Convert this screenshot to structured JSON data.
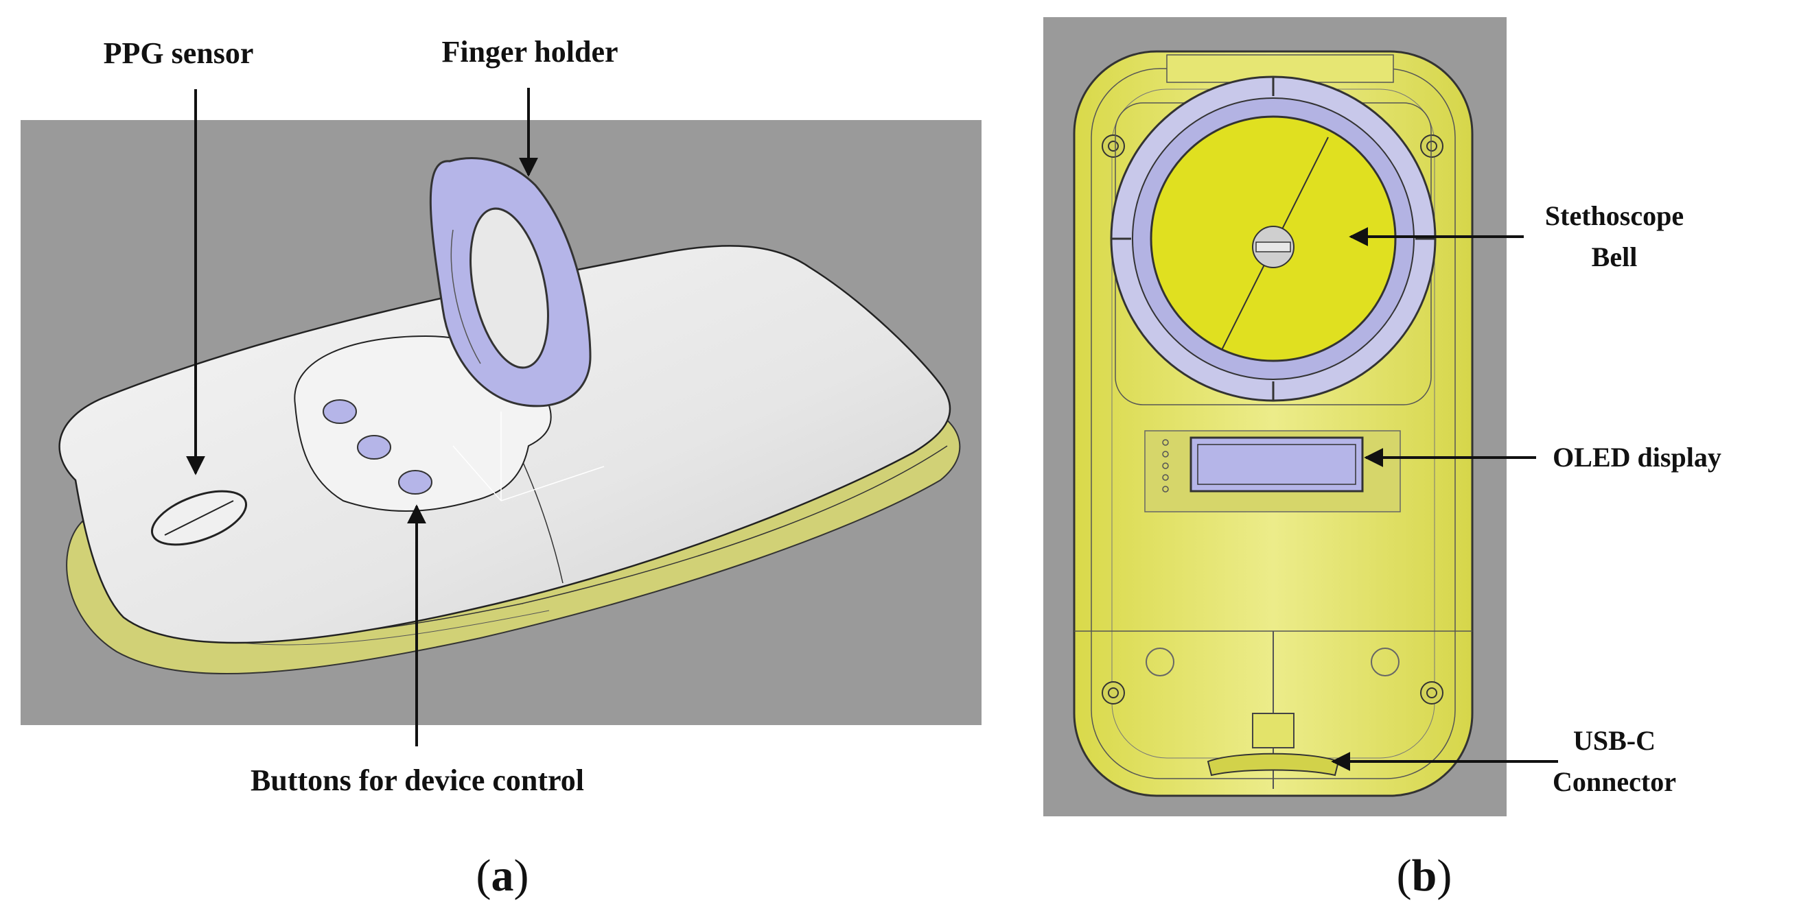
{
  "panel_a": {
    "labels": {
      "ppg_sensor": "PPG sensor",
      "finger_holder": "Finger holder",
      "buttons": "Buttons for device control"
    },
    "caption_letter": "a"
  },
  "panel_b": {
    "labels": {
      "stethoscope_line1": "Stethoscope",
      "stethoscope_line2": "Bell",
      "oled": "OLED display",
      "usbc_line1": "USB-C",
      "usbc_line2": "Connector"
    },
    "caption_letter": "b"
  },
  "colors": {
    "background_gray": "#9a9a9a",
    "shell_yellow": "#e3e36a",
    "bell_yellow": "#e0e020",
    "part_lavender": "#b5b5e8",
    "top_cover_white": "#ececec"
  }
}
